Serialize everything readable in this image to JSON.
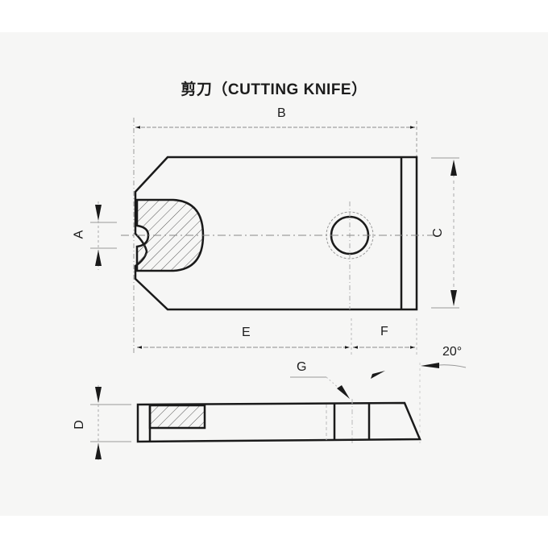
{
  "title": "剪刀（CUTTING KNIFE）",
  "colors": {
    "line": "#1a1a1a",
    "dim": "#8a8a8a",
    "sheet": "#f6f6f5"
  },
  "labels": {
    "A": "A",
    "B": "B",
    "C": "C",
    "D": "D",
    "E": "E",
    "F": "F",
    "G": "G",
    "angle": "20°"
  },
  "views": {
    "top": "plan view with hatched notch and mounting hole",
    "side": "side view with hatched section and 20° bevel"
  }
}
